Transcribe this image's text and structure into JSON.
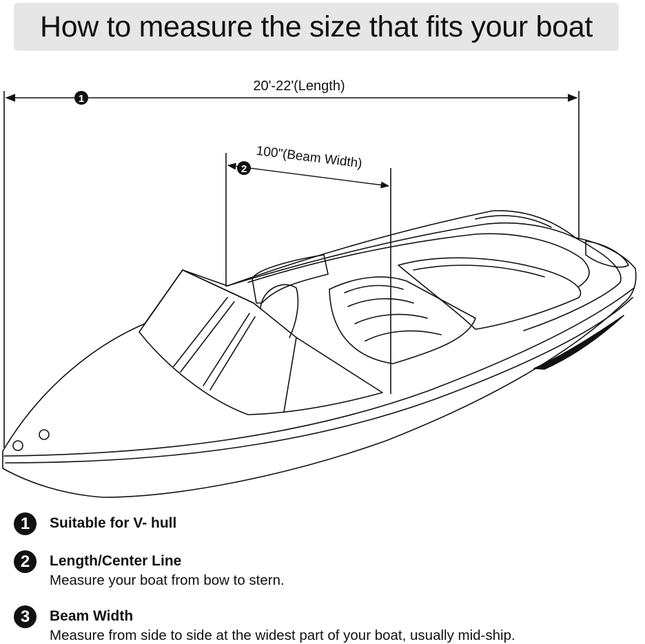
{
  "title": "How to measure the size that fits your boat",
  "dimensions": {
    "length": {
      "marker": "1",
      "label": "20'-22'(Length)"
    },
    "beam": {
      "marker": "2",
      "label": "100\"(Beam Width)"
    }
  },
  "legend": [
    {
      "number": "1",
      "label": "Suitable for V- hull",
      "description": ""
    },
    {
      "number": "2",
      "label": "Length/Center Line",
      "description": "Measure your boat from bow to stern."
    },
    {
      "number": "3",
      "label": "Beam Width",
      "description": "Measure from side to side at the widest part of your boat, usually mid-ship."
    }
  ]
}
